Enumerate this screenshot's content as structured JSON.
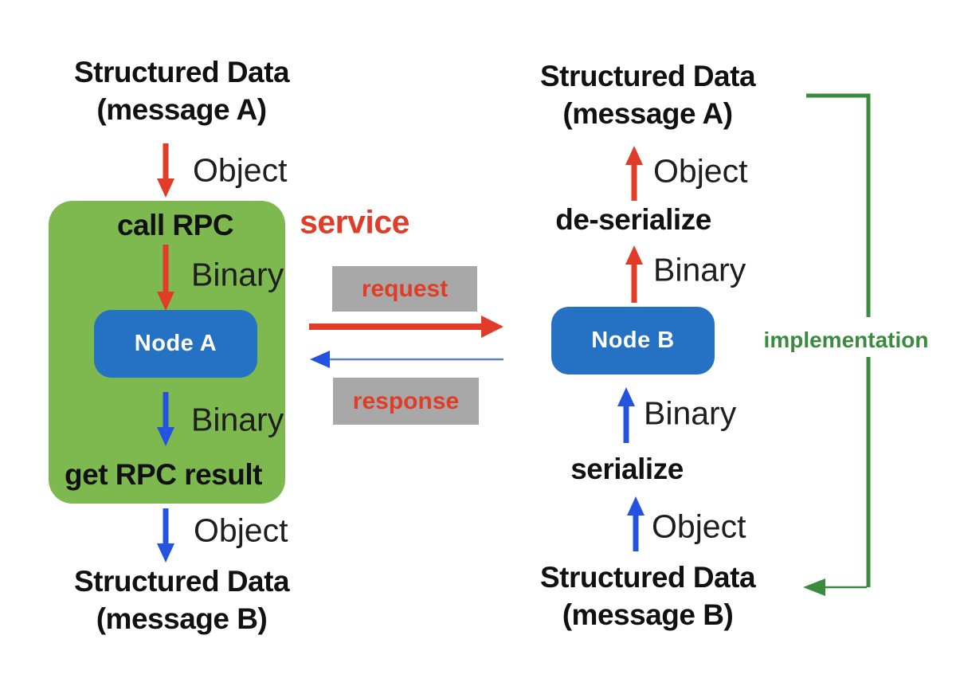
{
  "colors": {
    "red": "#e03c28",
    "blue_arrow": "#2453e0",
    "blue_line": "#6380b4",
    "blue_box": "#2571c4",
    "green_box": "#7eb94f",
    "gray_box": "#a8a8a8",
    "green_line": "#3a8b3e",
    "heading_text": "#111111",
    "label_text": "#1e1e1e"
  },
  "left": {
    "top_line1": "Structured Data",
    "top_line2": "(message A)",
    "object_in": "Object",
    "call_rpc": "call RPC",
    "binary_in": "Binary",
    "node": "Node A",
    "binary_out": "Binary",
    "get_result": "get RPC result",
    "object_out": "Object",
    "bottom_line1": "Structured Data",
    "bottom_line2": "(message B)"
  },
  "middle": {
    "service": "service",
    "request": "request",
    "response": "response"
  },
  "right": {
    "top_line1": "Structured Data",
    "top_line2": "(message A)",
    "object_out": "Object",
    "deserialize": "de-serialize",
    "binary_in": "Binary",
    "node": "Node B",
    "binary_out": "Binary",
    "serialize": "serialize",
    "object_in": "Object",
    "bottom_line1": "Structured Data",
    "bottom_line2": "(message B)",
    "implementation": "implementation"
  },
  "icons": {
    "left_flow_arrows": [
      "red-down-arrow",
      "red-down-arrow",
      "blue-down-arrow",
      "blue-down-arrow"
    ],
    "right_flow_arrows": [
      "red-up-arrow",
      "red-up-arrow",
      "blue-up-arrow",
      "blue-up-arrow"
    ],
    "request_arrow": "red-right-arrow",
    "response_arrow": "blue-left-arrow",
    "implementation_bracket": "green-elbow-left-arrow"
  }
}
